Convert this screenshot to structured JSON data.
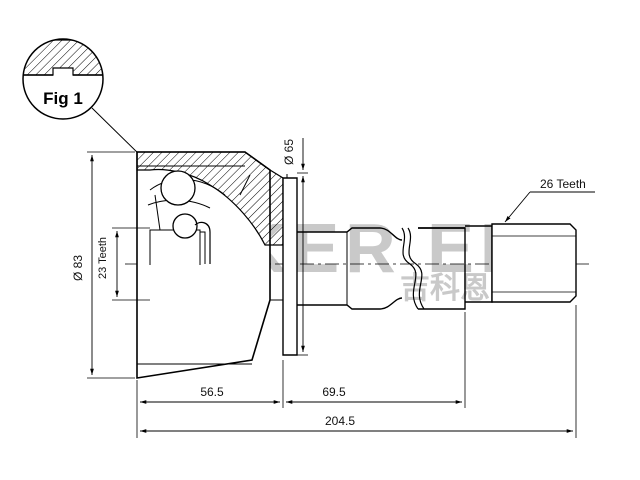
{
  "figure": {
    "fig_label": "Fig 1"
  },
  "watermark": {
    "text_en": "GIKER EN",
    "text_cn": "吉科恩"
  },
  "dimensions": {
    "outer_diameter": "Ø 83",
    "flange_diameter": "Ø 65",
    "inner_teeth": "23 Teeth",
    "shaft_teeth": "26 Teeth",
    "length_bell": "56.5",
    "length_shaft_step": "69.5",
    "length_total": "204.5"
  },
  "colors": {
    "line": "#000000",
    "watermark": "#c9c9c9"
  }
}
